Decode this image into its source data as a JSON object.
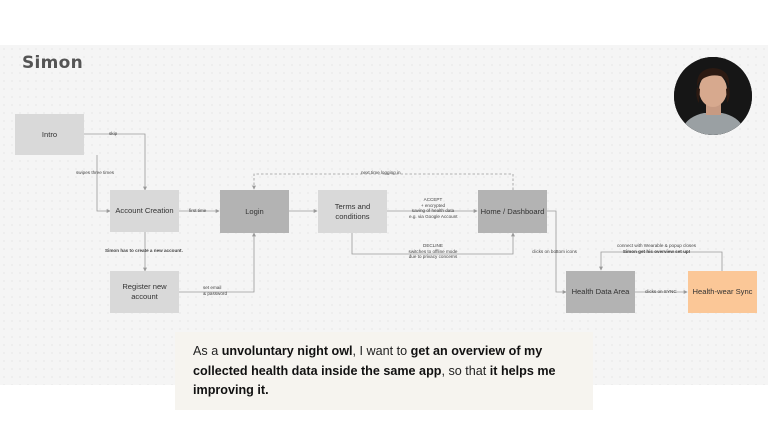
{
  "persona": {
    "name": "Simon"
  },
  "nodes": {
    "intro": "Intro",
    "account_creation": "Account Creation",
    "login": "Login",
    "terms": "Terms and conditions",
    "home": "Home / Dashboard",
    "register": "Register new account",
    "health_data": "Health Data Area",
    "health_wear_sync": "Health-wear Sync"
  },
  "edges": {
    "skip": "skip",
    "swipes": "swipes three times",
    "first_time": "first time",
    "next_time": "next time logging in",
    "accept_1": "ACCEPT",
    "accept_2": "+ encrypted",
    "accept_3": "saving of health data",
    "accept_4": "e.g. via Google Account",
    "decline_1": "DECLINE",
    "decline_2": "switches to offline mode",
    "decline_3": "due to privacy concerns",
    "simon_has": "Simon has to create a new account.",
    "set_email_1": "set email",
    "set_email_2": "& password",
    "clicks_bottom": "clicks on bottom icons",
    "clicks_sync": "clicks on SYNC",
    "connect_1": "connect with Wearable & popup closes",
    "connect_2": "Simon get his overview set up!"
  },
  "story": {
    "p1": "As a ",
    "b1": "unvoluntary night owl",
    "p2": ", I want to ",
    "b2": "get an overview of my collected health data inside the same app",
    "p3": ", so that ",
    "b3": "it helps me improving it."
  },
  "colors": {
    "board": "#f5f5f5",
    "box_light": "#d9d9d9",
    "box_dark": "#b3b3b3",
    "sync": "#fbc797",
    "line": "#9a9a9a"
  }
}
